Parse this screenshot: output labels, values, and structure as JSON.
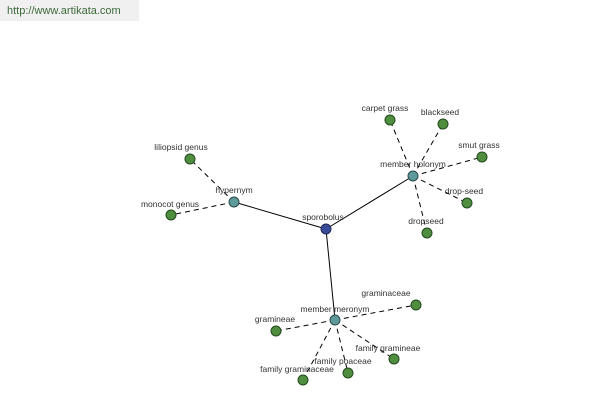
{
  "banner": {
    "url_text": "http://www.artikata.com"
  },
  "colors": {
    "center_node": "#3a4a9a",
    "hub_node": "#5f9a9a",
    "leaf_node": "#4f8e3f",
    "edge": "#000000"
  },
  "graph": {
    "center": "sporobolus",
    "hubs": [
      {
        "label": "hypernym",
        "children": [
          "liliopsid genus",
          "monocot genus"
        ]
      },
      {
        "label": "member holonym",
        "children": [
          "carpet grass",
          "blackseed",
          "smut grass",
          "drop-seed",
          "dropseed"
        ]
      },
      {
        "label": "member meronym",
        "children": [
          "graminaceae",
          "gramineae",
          "family gramineae",
          "family poaceae",
          "family graminaceae"
        ]
      }
    ]
  }
}
